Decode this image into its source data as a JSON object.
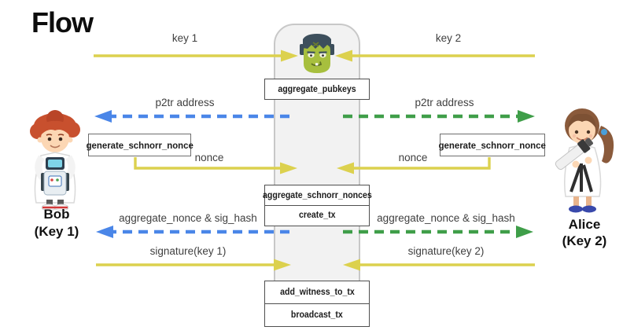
{
  "title": "Flow",
  "colors": {
    "yellow": "#dcd14e",
    "blue": "#4a86e8",
    "green": "#3f9e49",
    "column_fill": "#f2f2f2",
    "column_border": "#c8c8c8",
    "box_border": "#4f4f4f"
  },
  "icons": {
    "center": "frankenstein-monster-icon",
    "left_actor": "boy-scientist-with-robot-illustration",
    "right_actor": "girl-scientist-with-telescope-illustration"
  },
  "center": {
    "steps": [
      "aggregate_pubkeys",
      "aggregate_schnorr_nonces",
      "create_tx",
      "add_witness_to_tx",
      "broadcast_tx"
    ]
  },
  "left": {
    "actor_name": "Bob",
    "actor_key": "(Key 1)",
    "box_label": "generate_schnorr_nonce",
    "flow_key": "key 1",
    "flow_p2tr": "p2tr address",
    "flow_nonce": "nonce",
    "flow_agg": "aggregate_nonce & sig_hash",
    "flow_sig": "signature(key 1)"
  },
  "right": {
    "actor_name": "Alice",
    "actor_key": "(Key 2)",
    "box_label": "generate_schnorr_nonce",
    "flow_key": "key 2",
    "flow_p2tr": "p2tr address",
    "flow_nonce": "nonce",
    "flow_agg": "aggregate_nonce & sig_hash",
    "flow_sig": "signature(key 2)"
  }
}
